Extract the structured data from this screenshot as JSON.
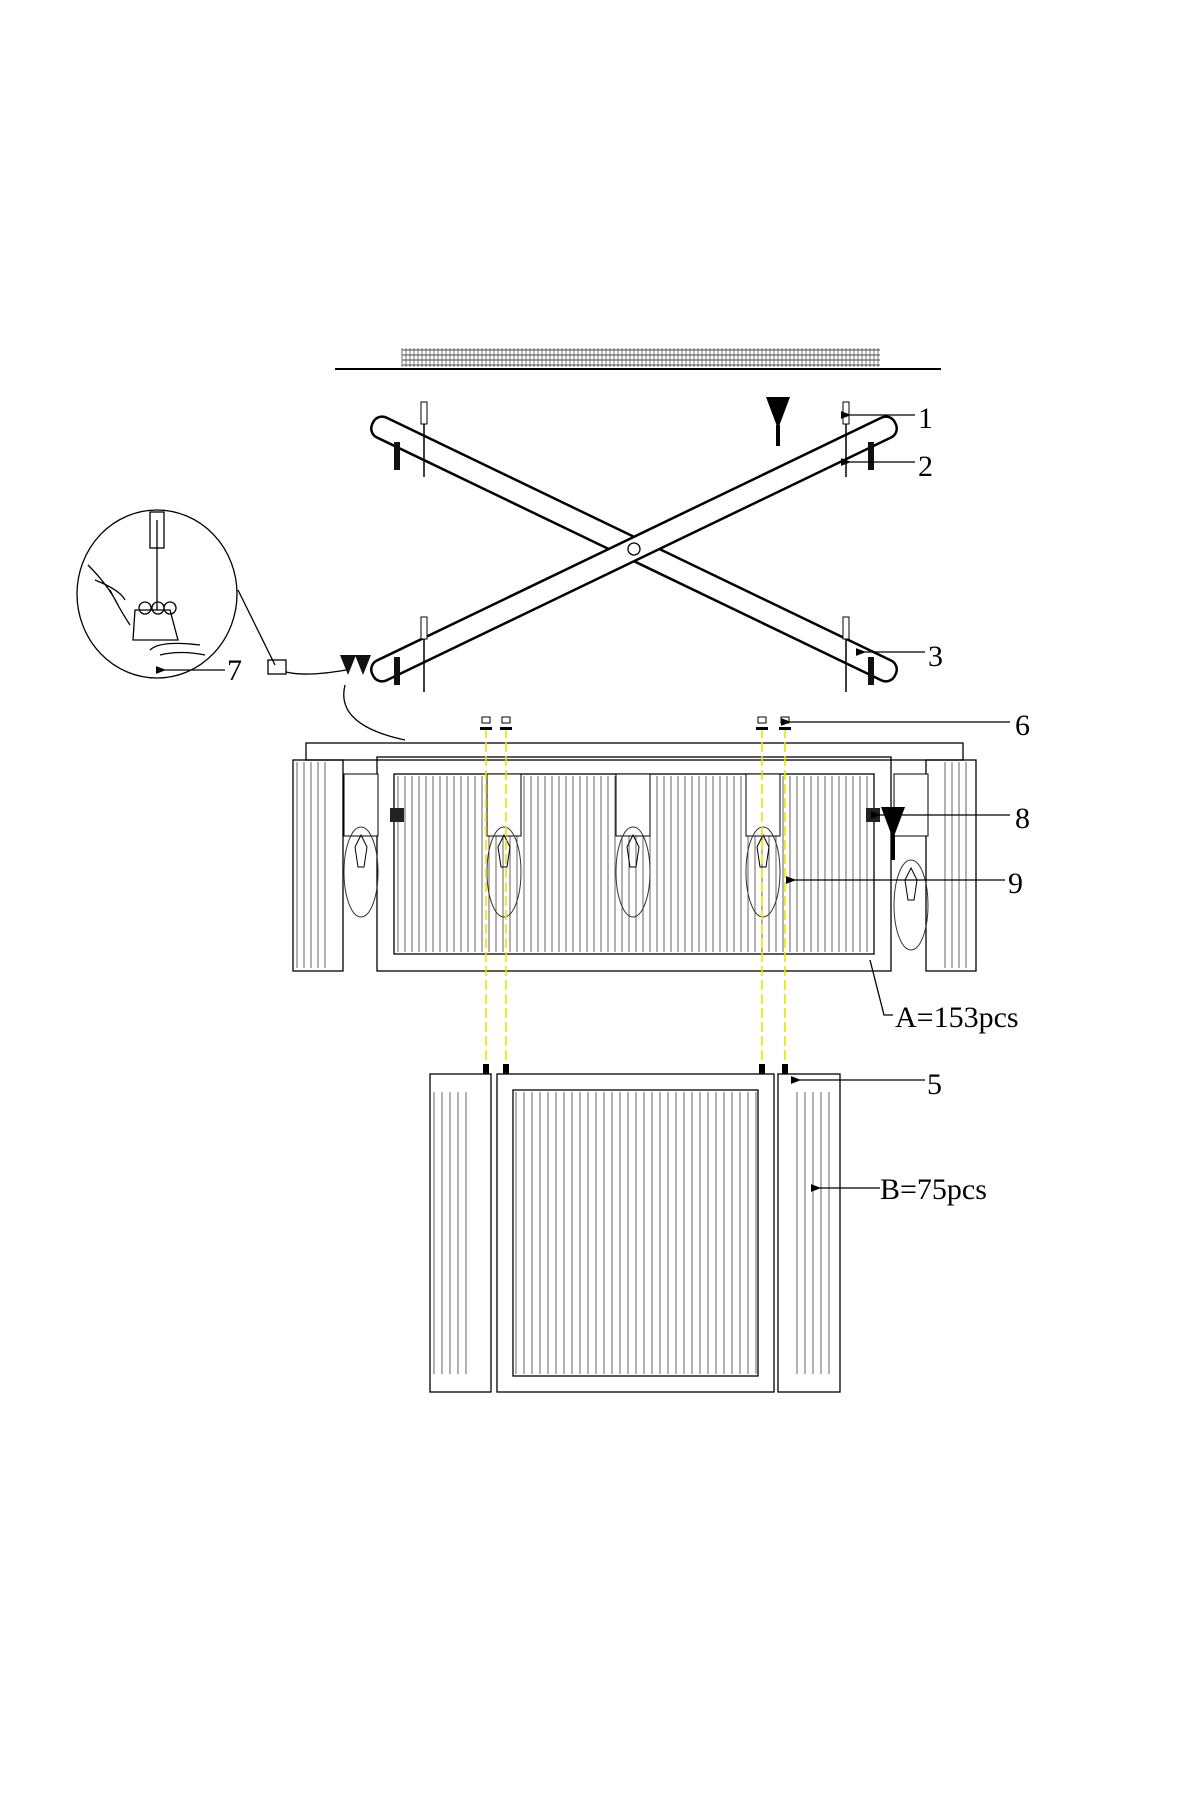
{
  "callouts": {
    "part1": "1",
    "part2": "2",
    "part3": "3",
    "part5": "5",
    "part6": "6",
    "part7": "7",
    "part8": "8",
    "part9": "9",
    "count_a": "A=153pcs",
    "count_b": "B=75pcs"
  },
  "colors": {
    "alignment_guide": "#e6e600",
    "line": "#000000"
  }
}
